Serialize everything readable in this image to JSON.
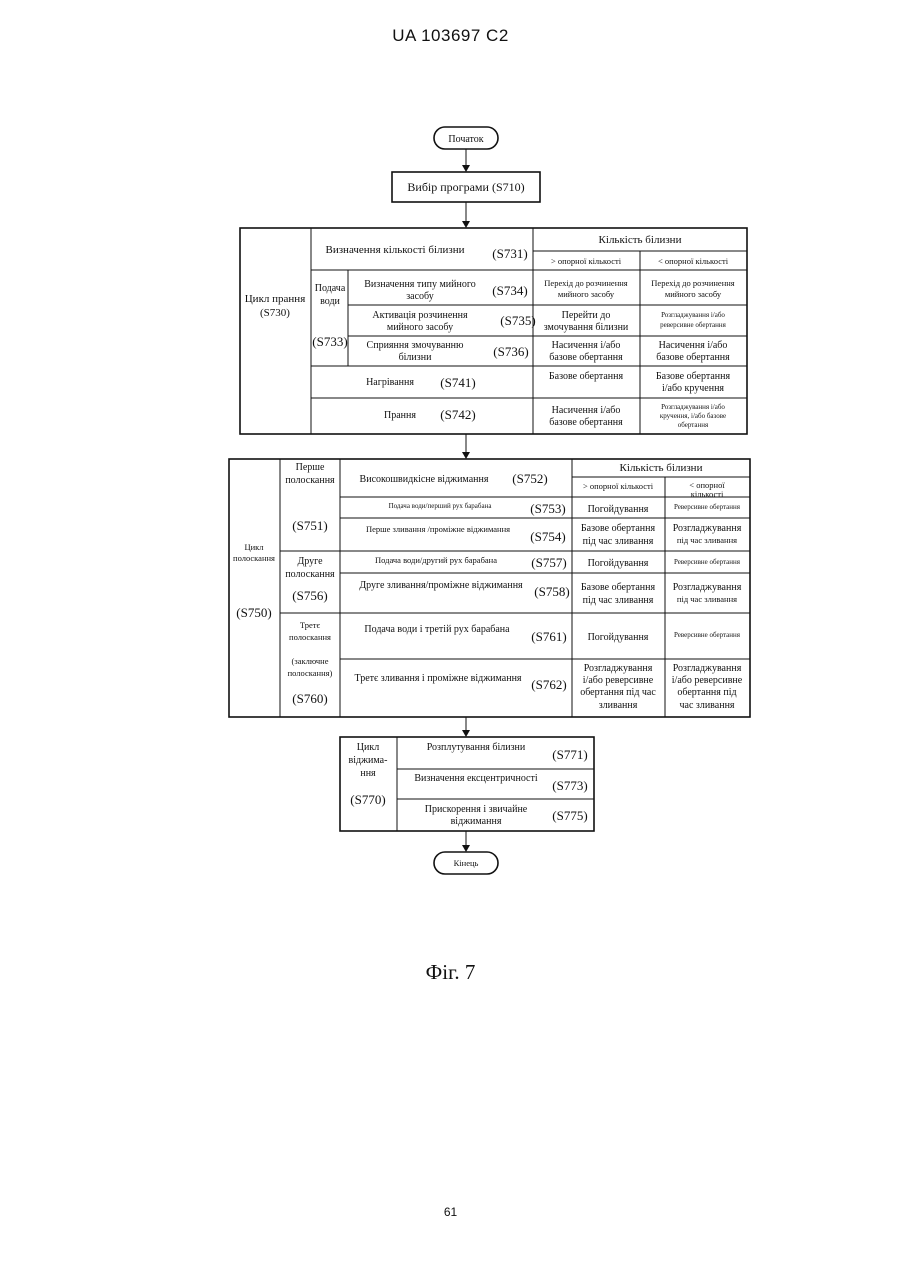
{
  "header": {
    "patent_number": "UA   103697   C2"
  },
  "start_label": "Початок",
  "end_label": "Кінець",
  "program_select": "Вибір програми (S710)",
  "wash": {
    "cycle_label_line1": "Цикл прання",
    "cycle_label_line2": "(S730)",
    "determine_amount": "Визначення кількості білизни",
    "determine_amount_code": "(S731)",
    "amount_header": "Кількість білизни",
    "above_ref": "> опорної кількості",
    "below_ref": "< опорної кількості",
    "water_supply_line1": "Подача",
    "water_supply_line2": "води",
    "water_supply_code": "(S733)",
    "detergent_type_line1": "Визначення типу мийного",
    "detergent_type_line2": "засобу",
    "detergent_type_code": "(S734)",
    "detergent_type_above_line1": "Перехід до розчинення",
    "detergent_type_above_line2": "мийного засобу",
    "detergent_type_below_line1": "Перехід до розчинення",
    "detergent_type_below_line2": "мийного засобу",
    "activation_line1": "Активація розчинення",
    "activation_line2": "мийного засобу",
    "activation_code": "(S735)",
    "activation_above_line1": "Перейти до",
    "activation_above_line2": "змочування білизни",
    "activation_below_line1": "Розгладжування і/або",
    "activation_below_line2": "реверсивне обертання",
    "soaking_line1": "Сприяння змочуванню",
    "soaking_line2": "білизни",
    "soaking_code": "(S736)",
    "soaking_above_line1": "Насичення і/або",
    "soaking_above_line2": "базове обертання",
    "soaking_below_line1": "Насичення і/або",
    "soaking_below_line2": "базове обертання",
    "heating": "Нагрівання",
    "heating_code": "(S741)",
    "heating_above": "Базове обертання",
    "heating_below_line1": "Базове обертання",
    "heating_below_line2": "і/або кручення",
    "washing": "Прання",
    "washing_code": "(S742)",
    "washing_above_line1": "Насичення і/або",
    "washing_above_line2": "базове обертання",
    "washing_below_line1": "Розгладжування і/або",
    "washing_below_line2": "кручення, і/або базове",
    "washing_below_line3": "обертання"
  },
  "rinse": {
    "cycle_line1": "Цикл",
    "cycle_line2": "полоскання",
    "cycle_code": "(S750)",
    "first_line1": "Перше",
    "first_line2": "полоскання",
    "first_code": "(S751)",
    "high_speed_spin": "Високошвидкісне віджимання",
    "high_speed_spin_code": "(S752)",
    "amount_header": "Кількість білизни",
    "above_ref": "> опорної кількості",
    "below_ref_line1": "< опорної",
    "below_ref_line2": "кількості",
    "water1": "Подача води/перший рух барабана",
    "water1_code": "(S753)",
    "water1_above": "Погойдування",
    "water1_below": "Реверсивне обертання",
    "drain1": "Перше зливання /проміжне віджимання",
    "drain1_code": "(S754)",
    "drain1_above_line1": "Базове обертання",
    "drain1_above_line2": "під час зливання",
    "drain1_below_line1": "Розгладжування",
    "drain1_below_line2": "під час зливання",
    "second_line1": "Друге",
    "second_line2": "полоскання",
    "second_code": "(S756)",
    "water2": "Подача води/другий рух барабана",
    "water2_code": "(S757)",
    "water2_above": "Погойдування",
    "water2_below": "Реверсивне обертання",
    "drain2": "Друге зливання/проміжне віджимання",
    "drain2_code": "(S758)",
    "drain2_above_line1": "Базове обертання",
    "drain2_above_line2": "під час зливання",
    "drain2_below_line1": "Розгладжування",
    "drain2_below_line2": "під час зливання",
    "third_line1": "Третє",
    "third_line2": "полоскання",
    "third_line3": "(заключне",
    "third_line4": "полоскання)",
    "third_code": "(S760)",
    "water3": "Подача води і третій рух барабана",
    "water3_code": "(S761)",
    "water3_above": "Погойдування",
    "water3_below": "Реверсивне обертання",
    "drain3": "Третє зливання і проміжне віджимання",
    "drain3_code": "(S762)",
    "drain3_above_line1": "Розгладжування",
    "drain3_above_line2": "і/або реверсивне",
    "drain3_above_line3": "обертання під час",
    "drain3_above_line4": "зливання",
    "drain3_below_line1": "Розгладжування",
    "drain3_below_line2": "і/або реверсивне",
    "drain3_below_line3": "обертання під",
    "drain3_below_line4": "час зливання"
  },
  "spin": {
    "cycle_line1": "Цикл",
    "cycle_line2": "віджима-",
    "cycle_line3": "ння",
    "cycle_code": "(S770)",
    "untangle": "Розплутування білизни",
    "untangle_code": "(S771)",
    "eccentric": "Визначення ексцентричності",
    "eccentric_code": "(S773)",
    "accel_line1": "Прискорення і звичайне",
    "accel_line2": "віджимання",
    "accel_code": "(S775)"
  },
  "figure_caption": "Фіг. 7",
  "page_number": "61"
}
